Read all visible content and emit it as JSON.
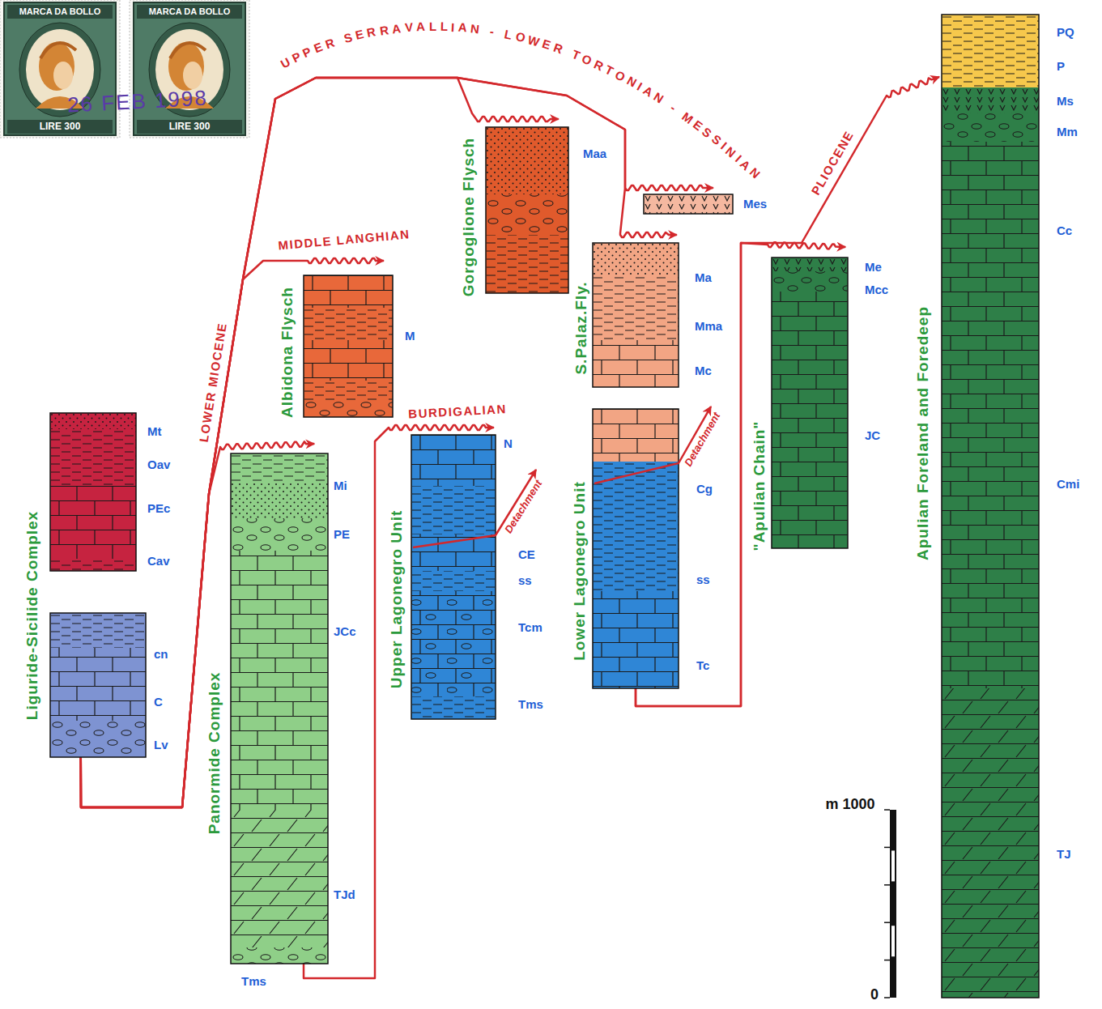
{
  "diagram": {
    "nodes": [
      {
        "text": [
          "Liguride-Sicilide Complex",
          "Mt",
          "Oav",
          "PEc",
          "Cav"
        ]
      },
      {
        "text": [
          "cn",
          "C",
          "Lv"
        ]
      },
      {
        "text": [
          "Panormide Complex",
          "Mi",
          "PE",
          "JCc",
          "TJd",
          "Tms"
        ]
      },
      {
        "text": [
          "Albidona Flysch",
          "M"
        ]
      },
      {
        "text": [
          "Upper Lagonegro Unit",
          "N",
          "CE",
          "ss",
          "Tcm",
          "Tms"
        ]
      },
      {
        "text": [
          "Gorgoglione Flysch",
          "Maa"
        ]
      },
      {
        "text": [
          "Mes"
        ]
      },
      {
        "text": [
          "S.Palaz.Fly.",
          "Ma",
          "Mma",
          "Mc"
        ]
      },
      {
        "text": [
          "Lower Lagonegro Unit",
          "Cg",
          "ss",
          "Tc"
        ]
      },
      {
        "text": [
          "\"Apulian Chain\"",
          "Me",
          "Mcc",
          "JC"
        ]
      },
      {
        "text": [
          "Apulian Foreland and Foredeep",
          "PQ",
          "P",
          "Ms",
          "Mm",
          "Cc",
          "Cmi",
          "TJ"
        ]
      }
    ],
    "edges": [
      {
        "from": 1,
        "to": 2,
        "arrow": "to",
        "label": "LOWER MIOCENE"
      },
      {
        "from": 1,
        "to": 3,
        "arrow": "to",
        "label": "MIDDLE LANGHIAN"
      },
      {
        "from": 1,
        "to": 5,
        "arrow": "to",
        "label": "UPPER SERRAVALLIAN - LOWER TORTONIAN - MESSINIAN"
      },
      {
        "from": 1,
        "to": 6,
        "arrow": "to"
      },
      {
        "from": 1,
        "to": 7,
        "arrow": "to"
      },
      {
        "from": 2,
        "to": 4,
        "arrow": "to",
        "label": "BURDIGALIAN"
      },
      {
        "from": 8,
        "to": 9,
        "arrow": "to"
      },
      {
        "from": 8,
        "to": 10,
        "arrow": "to",
        "label": "PLIOCENE"
      }
    ],
    "labels": [
      "Detachment",
      "Detachment",
      "m 1000",
      "0",
      "MARCA DA BOLLO",
      "LIRE 300",
      "MARCA DA BOLLO",
      "LIRE 300",
      "26 FEB 1998"
    ]
  }
}
